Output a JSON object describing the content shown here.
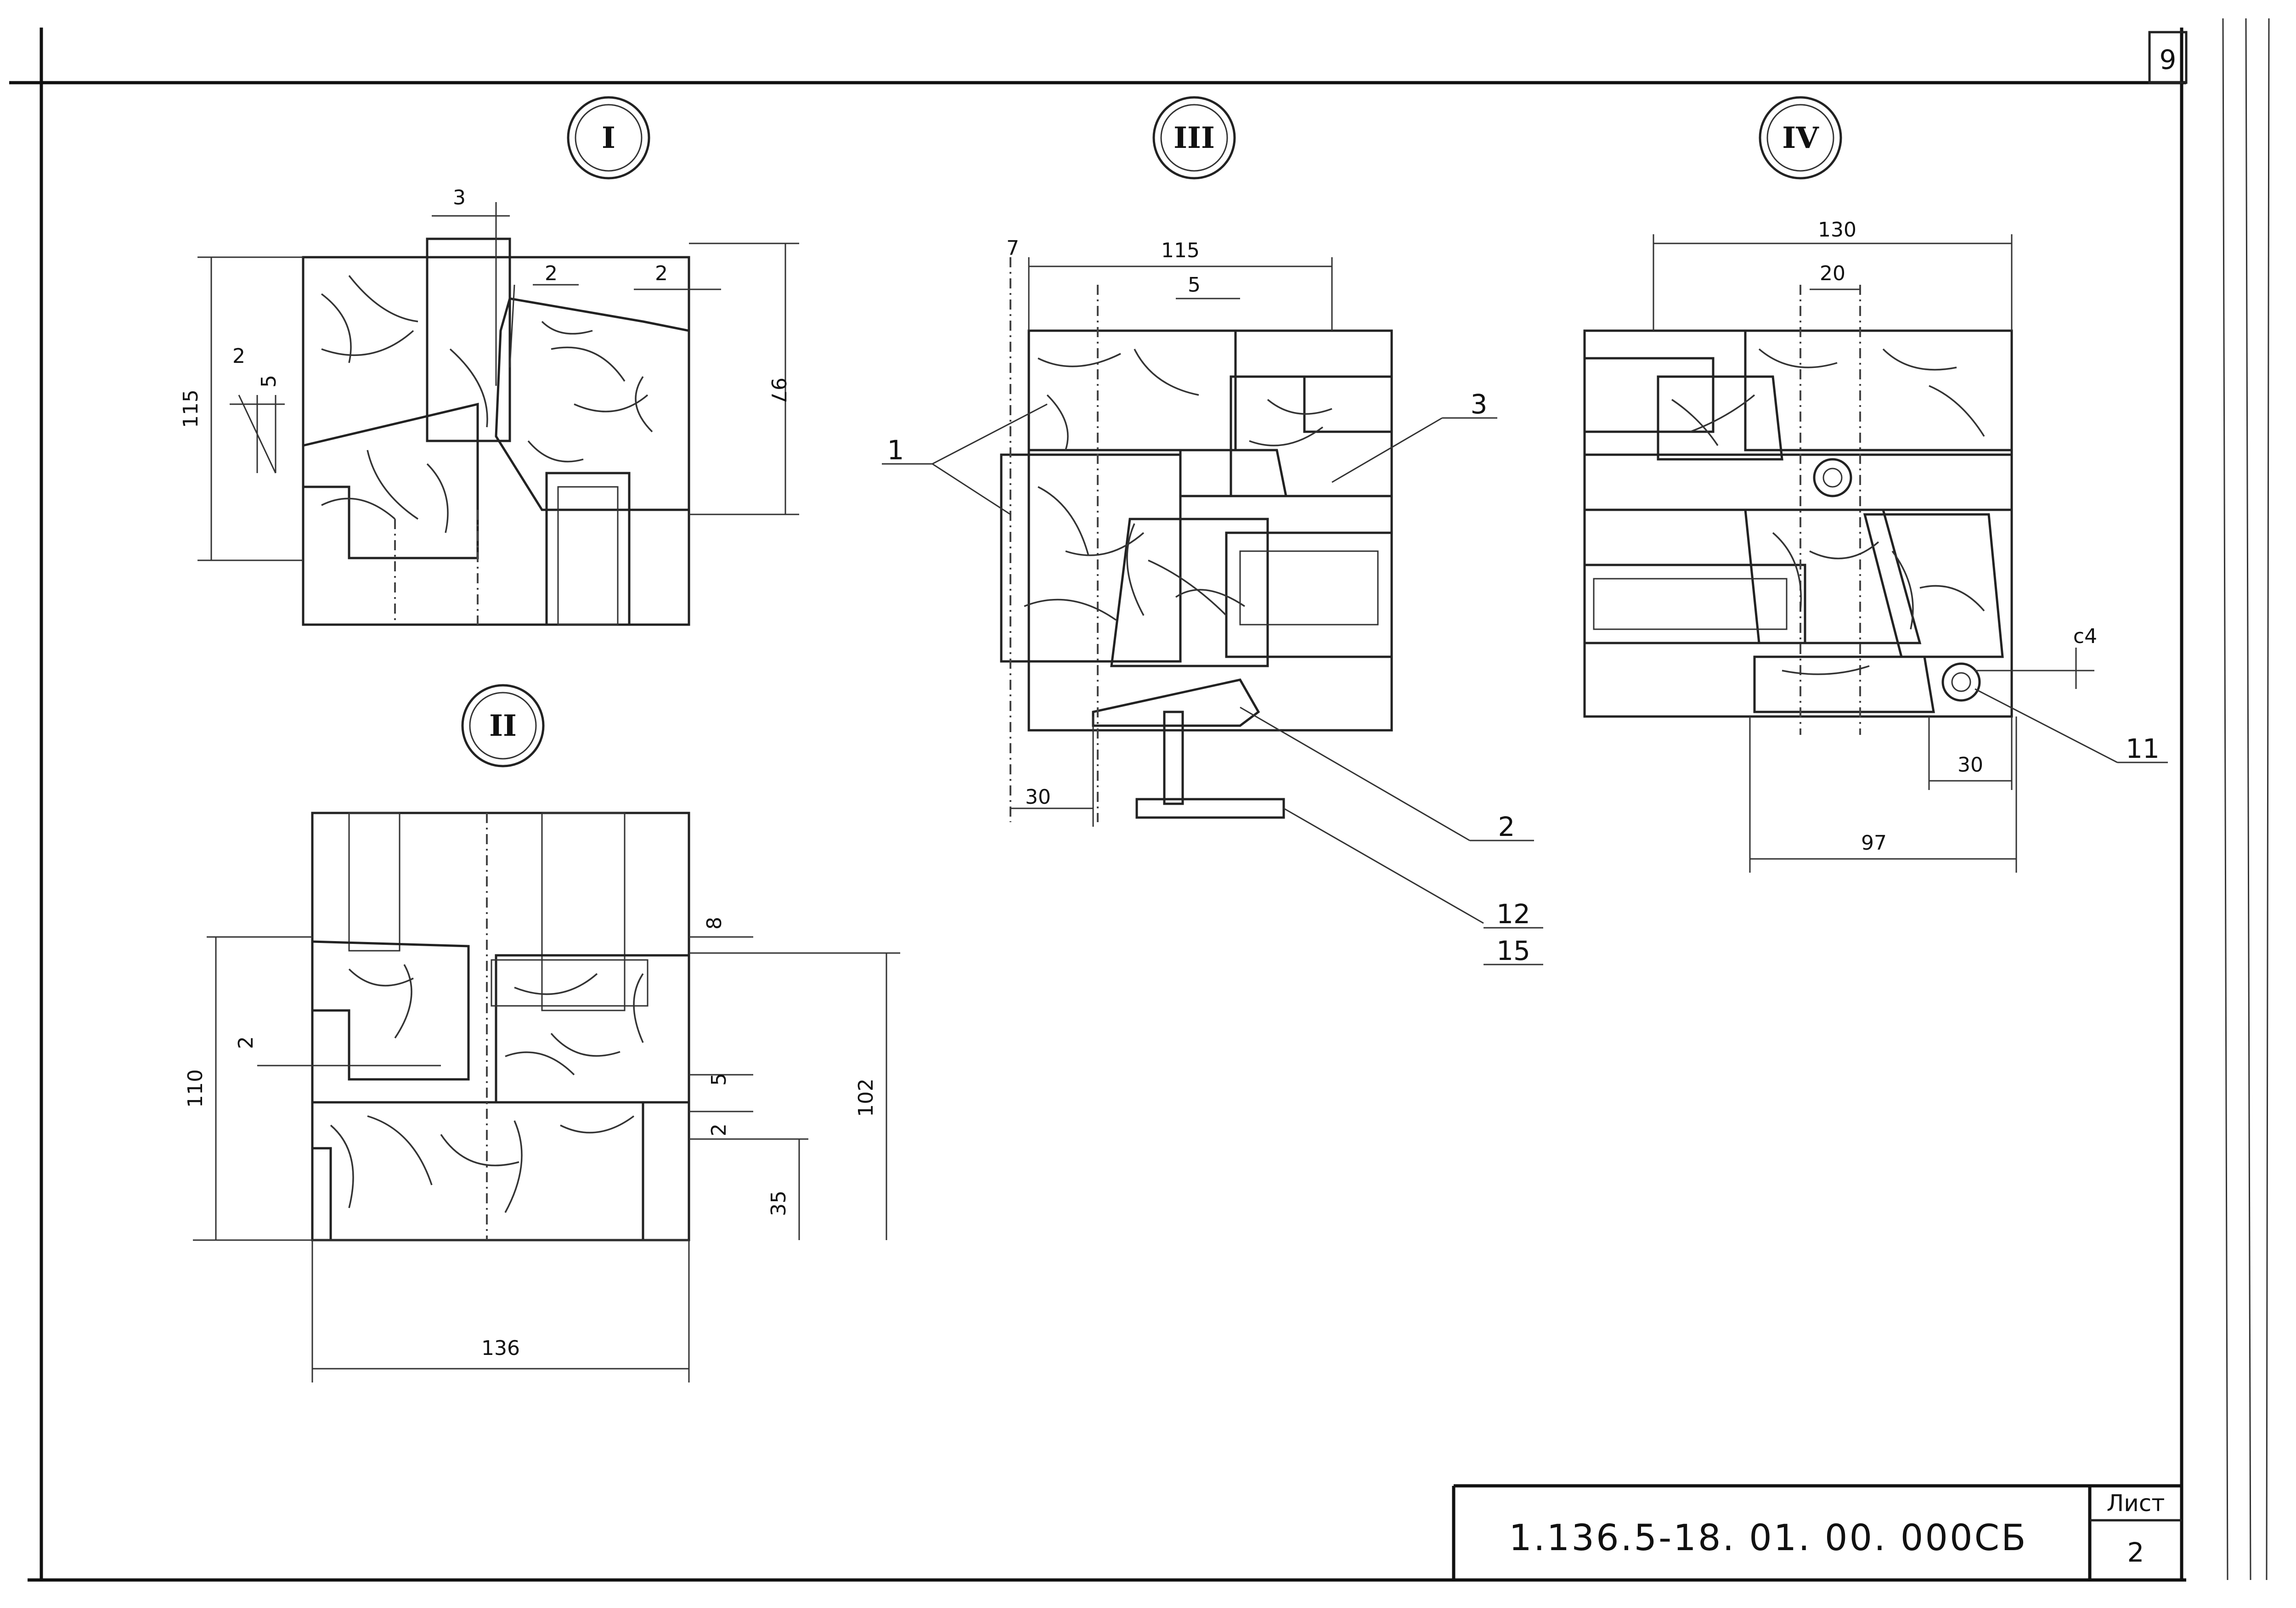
{
  "sheet": {
    "page_number": "9",
    "doc_code": "1.136.5-18. 01. 00. 000СБ",
    "sheet_label": "Лист",
    "sheet_number": "2"
  },
  "details": {
    "I": {
      "mark": "I",
      "dims": [
        "3",
        "2",
        "2",
        "2",
        "5",
        "115",
        "97"
      ]
    },
    "II": {
      "mark": "II",
      "dims": [
        "8",
        "2",
        "5",
        "2",
        "110",
        "102",
        "35",
        "136"
      ]
    },
    "III": {
      "mark": "III",
      "dims": [
        "7",
        "115",
        "5",
        "30"
      ],
      "callouts": [
        "1",
        "3",
        "2",
        "12",
        "15"
      ]
    },
    "IV": {
      "mark": "IV",
      "dims": [
        "130",
        "20",
        "c4",
        "30",
        "97"
      ],
      "callouts": [
        "11"
      ]
    }
  }
}
